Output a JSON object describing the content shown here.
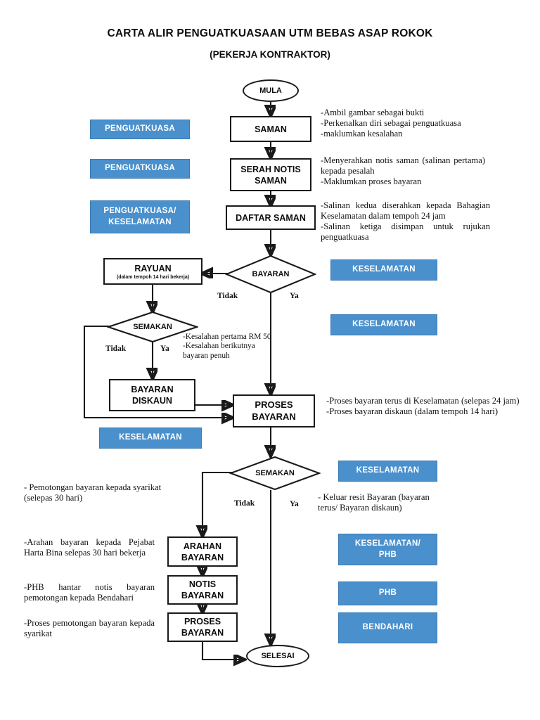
{
  "header": {
    "title": "CARTA ALIR PENGUATKUASAAN UTM BEBAS ASAP ROKOK",
    "subtitle": "(PEKERJA KONTRAKTOR)"
  },
  "nodes": {
    "start": "MULA",
    "saman": "SAMAN",
    "serah_notis_saman": "SERAH NOTIS\nSAMAN",
    "daftar_saman": "DAFTAR SAMAN",
    "rayuan": "RAYUAN",
    "rayuan_sub": "(dalam tempoh 14 hari bekerja)",
    "bayaran_decision": "BAYARAN",
    "semakan_decision_1": "SEMAKAN",
    "bayaran_diskaun": "BAYARAN\nDISKAUN",
    "proses_bayaran_1": "PROSES\nBAYARAN",
    "semakan_decision_2": "SEMAKAN",
    "arahan_bayaran": "ARAHAN\nBAYARAN",
    "notis_bayaran": "NOTIS\nBAYARAN",
    "proses_bayaran_2": "PROSES\nBAYARAN",
    "end": "SELESAI"
  },
  "branch_labels": {
    "bayaran_tidak": "Tidak",
    "bayaran_ya": "Ya",
    "semakan1_tidak": "Tidak",
    "semakan1_ya": "Ya",
    "semakan2_tidak": "Tidak",
    "semakan2_ya": "Ya"
  },
  "roles": {
    "penguatkuasa_1": "PENGUATKUASA",
    "penguatkuasa_2": "PENGUATKUASA",
    "penguatkuasa_keselamatan": "PENGUATKUASA/\nKESELAMATAN",
    "keselamatan_1": "KESELAMATAN",
    "keselamatan_2": "KESELAMATAN",
    "keselamatan_3": "KESELAMATAN",
    "keselamatan_4": "KESELAMATAN",
    "keselamatan_phb": "KESELAMATAN/\nPHB",
    "phb": "PHB",
    "bendahari": "BENDAHARI"
  },
  "notes": {
    "saman": "-Ambil gambar sebagai bukti\n-Perkenalkan diri sebagai penguatkuasa\n-maklumkan kesalahan",
    "serah_notis": "-Menyerahkan notis saman (salinan pertama) kepada pesalah\n-Maklumkan proses bayaran",
    "daftar_saman": "-Salinan kedua diserahkan kepada Bahagian Keselamatan dalam tempoh 24 jam\n-Salinan ketiga disimpan untuk rujukan penguatkuasa",
    "semakan_1": "-Kesalahan pertama RM 50\n-Kesalahan berikutnya\n bayaran penuh",
    "proses_bayaran": "-Proses bayaran terus di Keselamatan (selepas 24 jam)\n-Proses bayaran diskaun (dalam tempoh 14 hari)",
    "pemotongan": "- Pemotongan bayaran kepada syarikat\n  (selepas 30 hari)",
    "keluar_resit": "- Keluar resit Bayaran (bayaran\n   terus/ Bayaran diskaun)",
    "arahan": "-Arahan bayaran kepada Pejabat Harta Bina selepas 30 hari bekerja",
    "phb_notis": "-PHB hantar notis bayaran pemotongan kepada Bendahari",
    "proses_pemotongan": "-Proses pemotongan bayaran kepada syarikat"
  },
  "colors": {
    "role_fill": "#4a90cd",
    "role_border": "#3b7ab4",
    "line": "#1a1a1a",
    "text": "#0d0d0d"
  }
}
